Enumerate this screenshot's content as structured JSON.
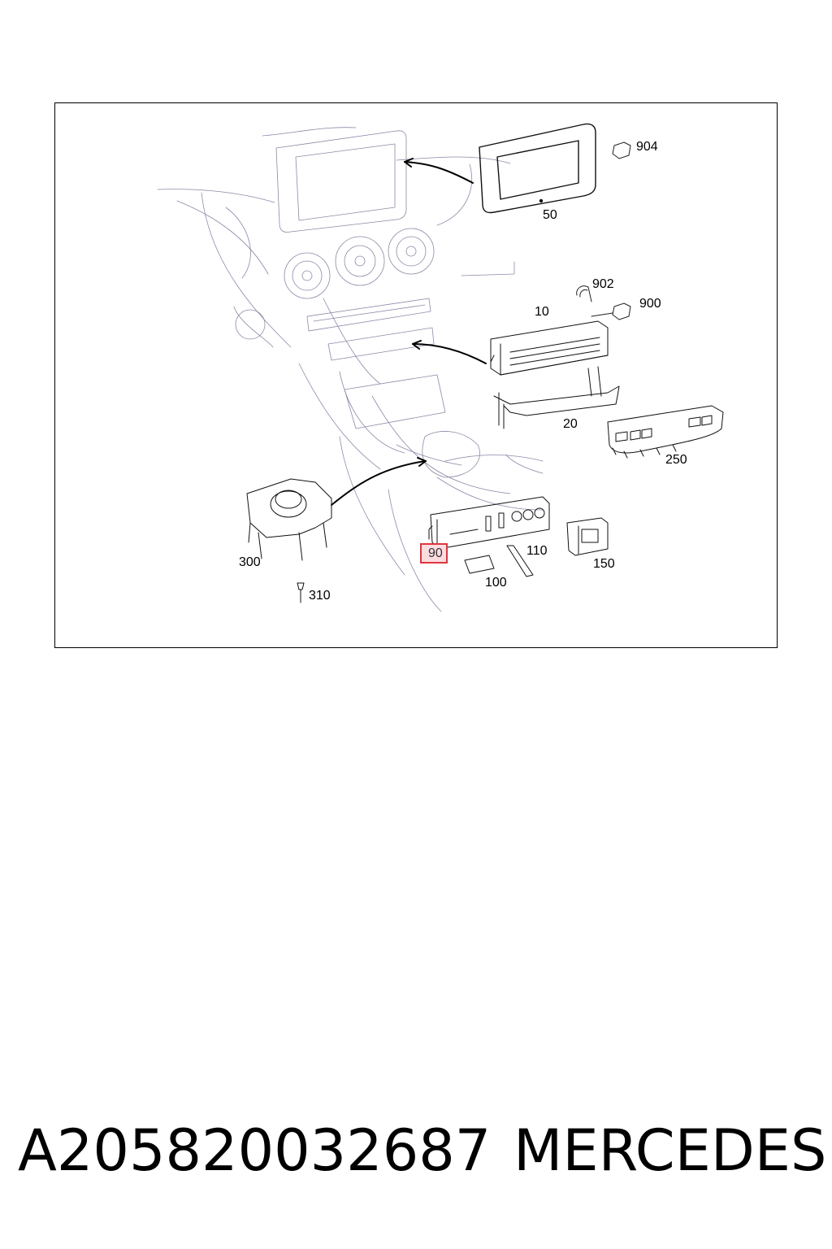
{
  "diagram": {
    "callouts": [
      {
        "id": "904",
        "label": "904"
      },
      {
        "id": "50",
        "label": "50"
      },
      {
        "id": "902",
        "label": "902"
      },
      {
        "id": "900",
        "label": "900"
      },
      {
        "id": "10",
        "label": "10"
      },
      {
        "id": "20",
        "label": "20"
      },
      {
        "id": "250",
        "label": "250"
      },
      {
        "id": "300",
        "label": "300"
      },
      {
        "id": "90",
        "label": "90",
        "highlighted": true
      },
      {
        "id": "110",
        "label": "110"
      },
      {
        "id": "150",
        "label": "150"
      },
      {
        "id": "100",
        "label": "100"
      },
      {
        "id": "310",
        "label": "310"
      }
    ],
    "highlight_color": "#e0353f",
    "highlight_fill": "#fbdde0"
  },
  "caption": {
    "part_number": "A205820032687",
    "brand": "MERCEDES"
  }
}
